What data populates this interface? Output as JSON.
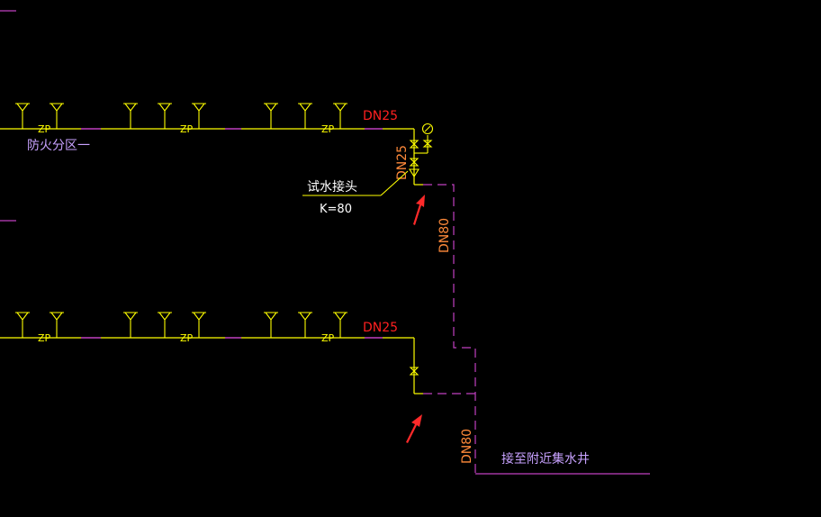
{
  "colors": {
    "background": "#000000",
    "pipe_yellow": "#ffff00",
    "pipe_magenta": "#c040c0",
    "dim_red": "#ff2020",
    "dim_orange": "#ff8a3a",
    "label_lilac": "#c8a2ff",
    "label_white": "#ffffff",
    "arrow_red": "#ff2a2a"
  },
  "labels": {
    "zp": "ZP",
    "dn25": "DN25",
    "dn80": "DN80",
    "fire_zone": "防火分区一",
    "test_connector": "试水接头",
    "k_factor": "K=80",
    "drain_target": "接至附近集水井"
  },
  "icons": {
    "sprinkler": "sprinkler-head-icon",
    "valve": "gate-valve-icon",
    "gauge": "pressure-gauge-icon",
    "arrow": "red-arrow-icon"
  }
}
